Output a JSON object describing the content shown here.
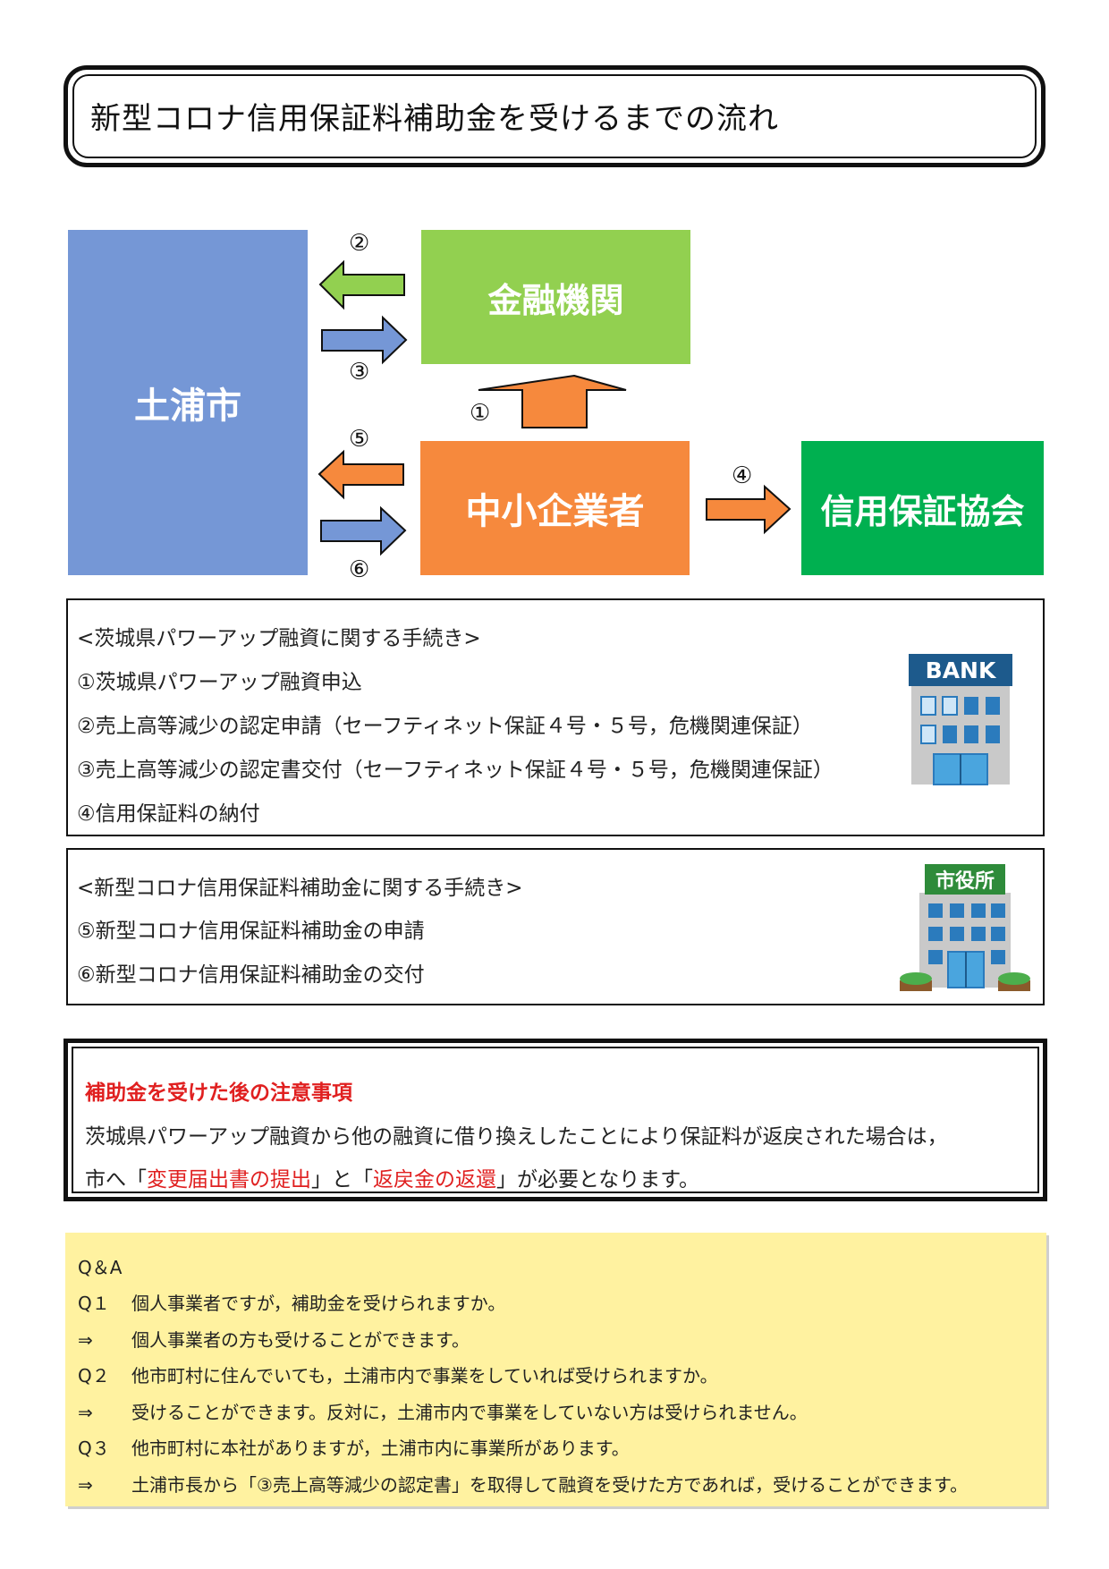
{
  "title": "新型コロナ信用保証料補助金を受けるまでの流れ",
  "flow": {
    "city": "土浦市",
    "financial": "金融機関",
    "sme": "中小企業者",
    "guarantee": "信用保証協会",
    "steps": [
      "①",
      "②",
      "③",
      "④",
      "⑤",
      "⑥"
    ]
  },
  "colors": {
    "city": "#7597d6",
    "financial": "#92d050",
    "sme": "#f6893d",
    "guarantee": "#00b050",
    "arrow_green": "#92d050",
    "arrow_blue": "#7597d6",
    "arrow_orange": "#f6893d",
    "caution_red": "#e02020",
    "qa_bg": "#fff2a0"
  },
  "proc1": {
    "header": "<茨城県パワーアップ融資に関する手続き>",
    "items": [
      "①茨城県パワーアップ融資申込",
      "②売上高等減少の認定申請（セーフティネット保証４号・５号，危機関連保証）",
      "③売上高等減少の認定書交付（セーフティネット保証４号・５号，危機関連保証）",
      "④信用保証料の納付"
    ],
    "icon": "bank-building-icon",
    "icon_label": "BANK"
  },
  "proc2": {
    "header": "<新型コロナ信用保証料補助金に関する手続き>",
    "items": [
      "⑤新型コロナ信用保証料補助金の申請",
      "⑥新型コロナ信用保証料補助金の交付"
    ],
    "icon": "city-hall-building-icon",
    "icon_label": "市役所"
  },
  "caution": {
    "title": "補助金を受けた後の注意事項",
    "line1": "茨城県パワーアップ融資から他の融資に借り換えしたことにより保証料が返戻された場合は，",
    "line2_a": "市へ「",
    "line2_b": "変更届出書の提出",
    "line2_c": "」と「",
    "line2_d": "返戻金の返還",
    "line2_e": "」が必要となります。"
  },
  "qa": {
    "title": "Q＆A",
    "rows": [
      {
        "label": "Q１",
        "text": "個人事業者ですが，補助金を受けられますか。"
      },
      {
        "label": "⇒",
        "text": "個人事業者の方も受けることができます。"
      },
      {
        "label": "Q２",
        "text": "他市町村に住んでいても，土浦市内で事業をしていれば受けられますか。"
      },
      {
        "label": "⇒",
        "text": "受けることができます。反対に，土浦市内で事業をしていない方は受けられません。"
      },
      {
        "label": "Q３",
        "text": "他市町村に本社がありますが，土浦市内に事業所があります。"
      },
      {
        "label": "⇒",
        "text": "土浦市長から「③売上高等減少の認定書」を取得して融資を受けた方であれば，受けることができます。"
      }
    ]
  }
}
